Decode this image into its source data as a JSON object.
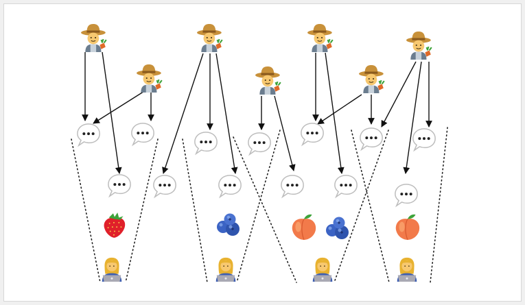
{
  "colors": {
    "background": "#f0f0f0",
    "panel": "#ffffff",
    "arrow": "#111111",
    "dotted_line": "#222222",
    "bubble_fill": "#ffffff",
    "bubble_stroke": "#bdbdbd",
    "hat": "#c8913a",
    "hat_band": "#8a5a1e",
    "skin": "#f7c870",
    "hair_worker": "#e8b230",
    "strawberry": "#e0202a",
    "blueberry": "#3b63c4",
    "peach": "#f27a4a",
    "laptop": "#a9a9b4",
    "leaf": "#3da33a"
  },
  "icons": {
    "farmer": "farmer-icon",
    "bubble": "speech-bubble-icon",
    "strawberry": "strawberry-icon",
    "blueberry": "blueberry-icon",
    "peach": "peach-icon",
    "worker": "laptop-worker-icon"
  },
  "groups": [
    {
      "id": "group-1",
      "fruit": "strawberry"
    },
    {
      "id": "group-2",
      "fruit": "blueberry"
    },
    {
      "id": "group-3",
      "fruit": "peach-and-blueberry"
    },
    {
      "id": "group-4",
      "fruit": "peach"
    }
  ]
}
